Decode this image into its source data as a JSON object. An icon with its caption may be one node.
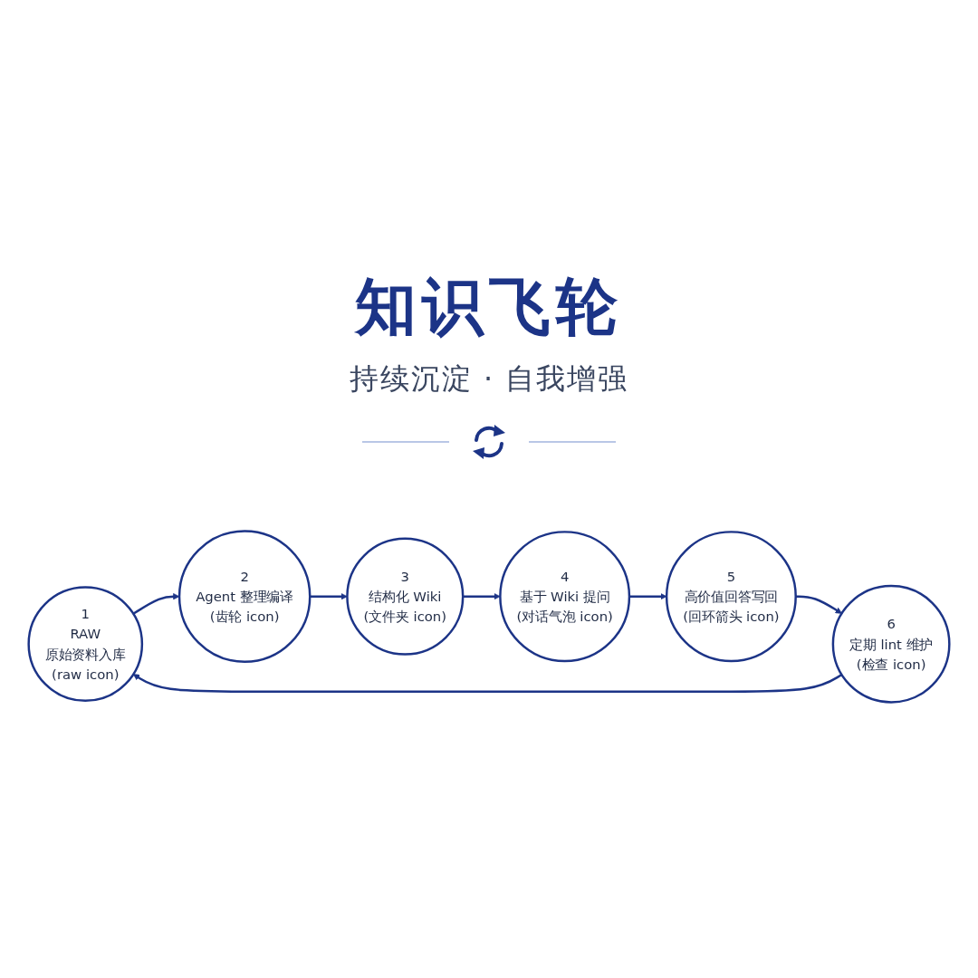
{
  "diagram": {
    "title": "知识飞轮",
    "nodes": [
      {
        "text": [
          "1",
          "RAW",
          "原始资料入库",
          "(raw icon)"
        ]
      },
      {
        "text": [
          "2",
          "Agent 整理编译",
          "(齿轮 icon)"
        ]
      },
      {
        "text": [
          "3",
          "结构化 Wiki",
          "(文件夹 icon)"
        ]
      },
      {
        "text": [
          "4",
          "基于 Wiki 提问",
          "(对话气泡 icon)"
        ]
      },
      {
        "text": [
          "5",
          "高价值回答写回",
          "(回环箭头 icon)"
        ]
      },
      {
        "text": [
          "6",
          "定期 lint 维护",
          "(检查 icon)"
        ]
      }
    ],
    "edges": [
      {
        "from": 0,
        "to": 1,
        "arrow": "to"
      },
      {
        "from": 1,
        "to": 2,
        "arrow": "to"
      },
      {
        "from": 2,
        "to": 3,
        "arrow": "to"
      },
      {
        "from": 3,
        "to": 4,
        "arrow": "to"
      },
      {
        "from": 4,
        "to": 5,
        "arrow": "to"
      },
      {
        "from": 5,
        "to": 0,
        "arrow": "to"
      }
    ],
    "labels": [
      "持续沉淀 · 自我增强"
    ]
  }
}
